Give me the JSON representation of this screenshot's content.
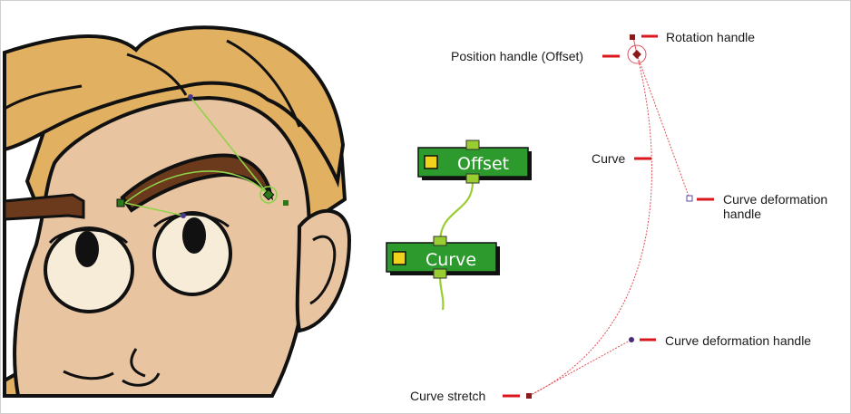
{
  "nodes": {
    "offset": {
      "label": "Offset"
    },
    "curve": {
      "label": "Curve"
    }
  },
  "labels": {
    "rotation_handle": "Rotation handle",
    "position_handle": "Position handle (Offset)",
    "curve": "Curve",
    "curve_deformation_handle_1": "Curve deformation handle",
    "curve_deformation_handle_2": "Curve deformation handle",
    "curve_stretch": "Curve stretch"
  },
  "colors": {
    "node_fill": "#2d9a2d",
    "node_port": "#9acd32",
    "callout_bar": "#d9171c",
    "deform_curve": "#e0505a",
    "skin": "#e8c4a0",
    "hair": "#e2b061",
    "brow": "#6b3a1c",
    "handle_line": "#8fd24a"
  }
}
